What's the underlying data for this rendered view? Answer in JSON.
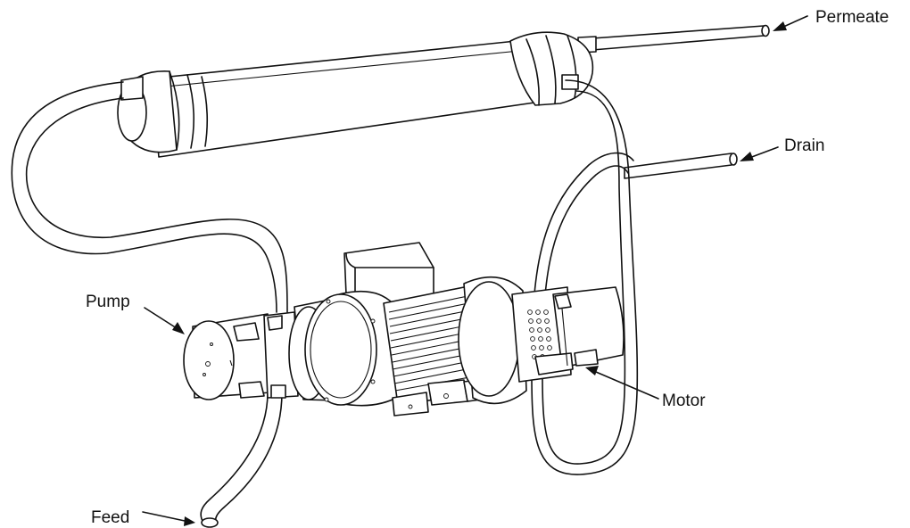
{
  "labels": {
    "permeate": "Permeate",
    "drain": "Drain",
    "pump": "Pump",
    "motor": "Motor",
    "feed": "Feed"
  },
  "colors": {
    "line": "#111111",
    "background": "#ffffff"
  }
}
